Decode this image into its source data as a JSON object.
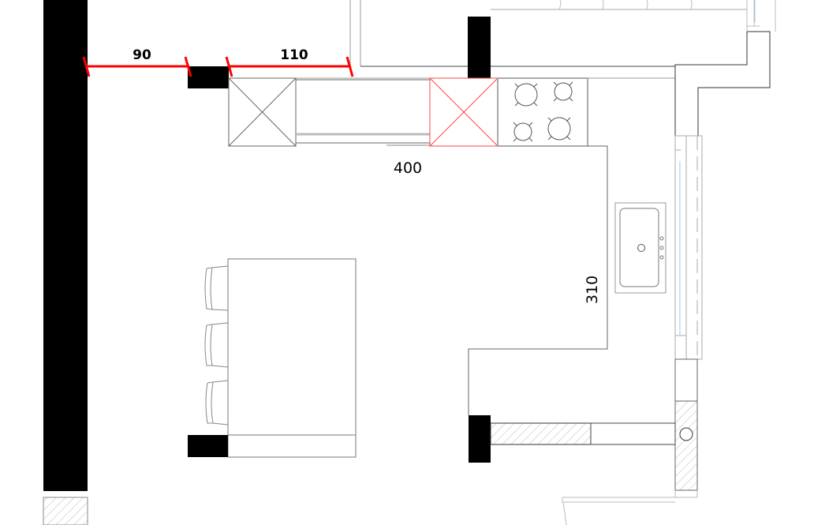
{
  "dimensions": {
    "passage_width": "90",
    "opening_width": "110",
    "counter_length": "400",
    "side_counter_length": "310"
  },
  "colors": {
    "dimension_line": "#ff0000",
    "wall_fill": "#000000",
    "line": "#555555",
    "highlight_cabinet": "#ff4444"
  }
}
